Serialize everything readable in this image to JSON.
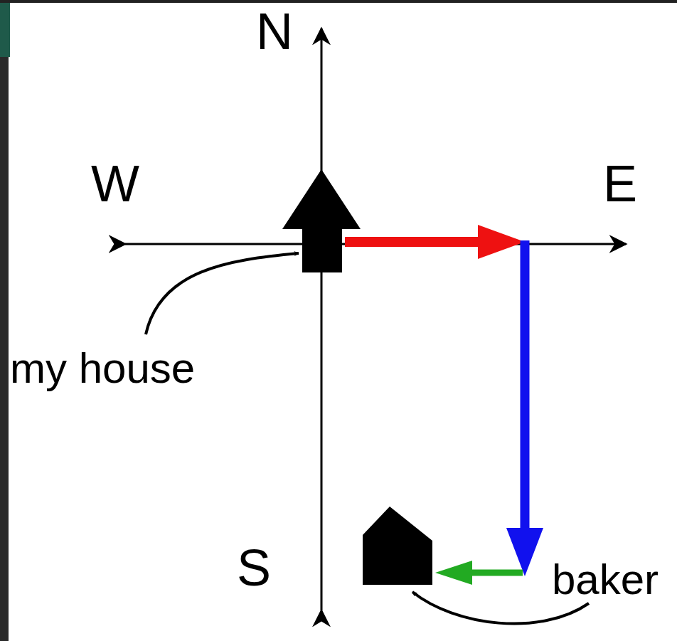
{
  "diagram": {
    "labels": [
      "N",
      "W",
      "E",
      "S",
      "my house",
      "baker"
    ]
  }
}
